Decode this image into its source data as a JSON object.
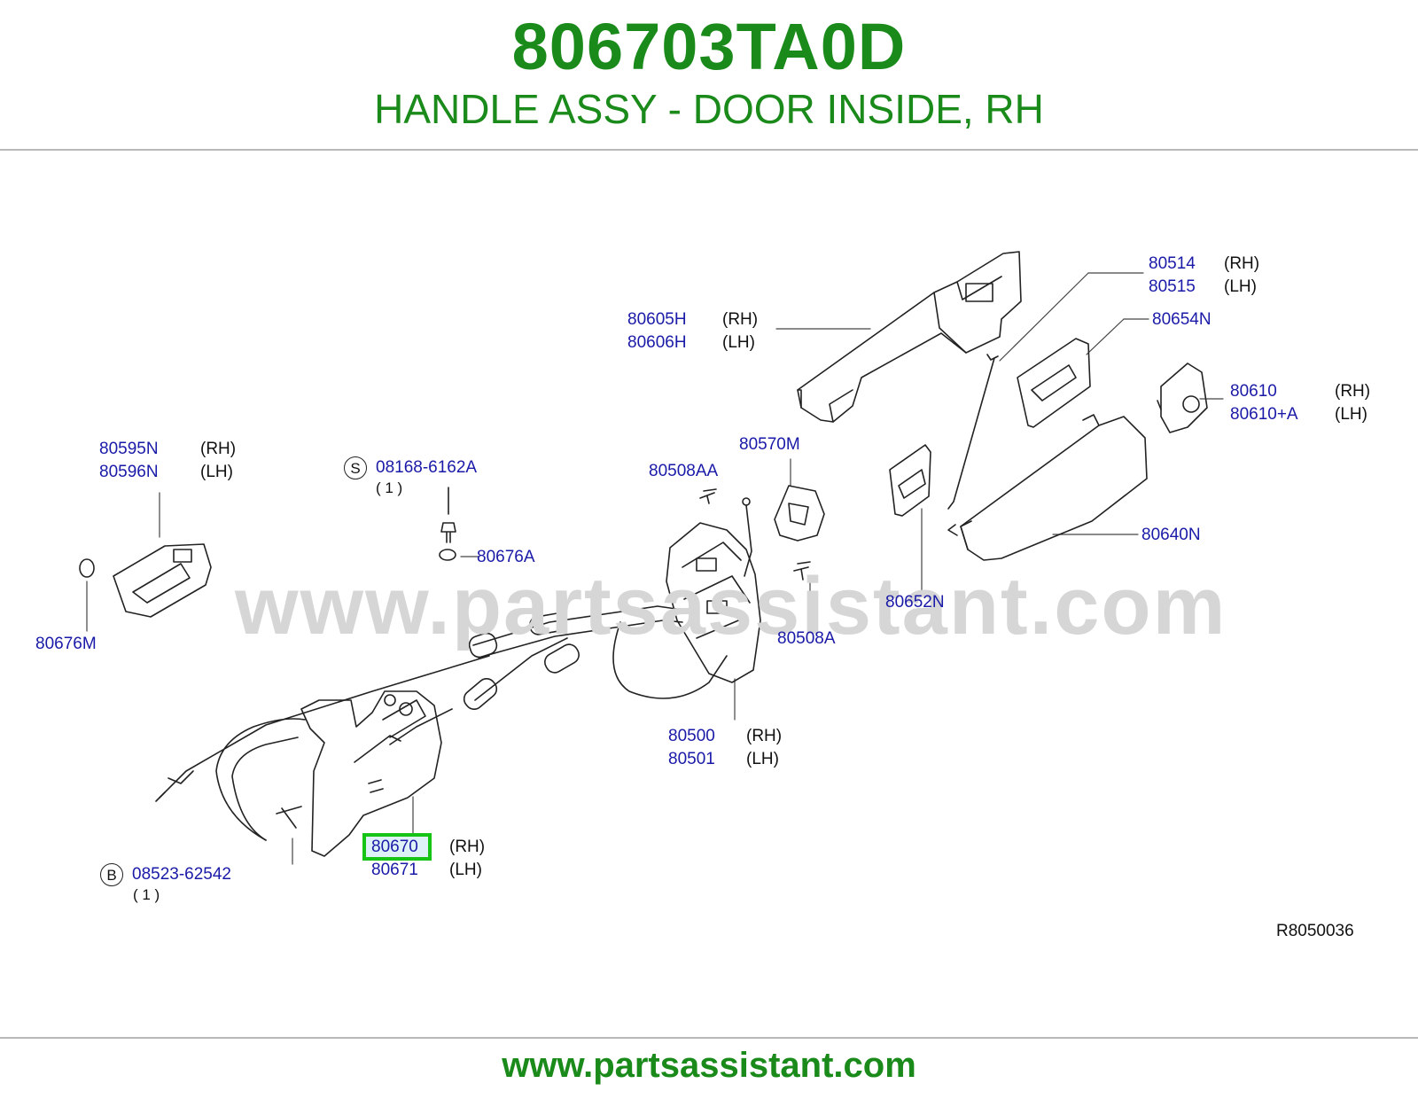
{
  "header": {
    "part_number": "806703TA0D",
    "description": "HANDLE ASSY - DOOR INSIDE, RH"
  },
  "diagram": {
    "watermark": "www.partsassistant.com",
    "reference_code": "R8050036",
    "symbols": {
      "s": "S",
      "b": "B"
    },
    "callouts": {
      "p80605H": "80605H",
      "p80606H": "80606H",
      "p80514": "80514",
      "p80515": "80515",
      "p80654N": "80654N",
      "p80610": "80610",
      "p80610A": "80610+A",
      "p80595N": "80595N",
      "p80596N": "80596N",
      "p08168": "08168-6162A",
      "p80676A": "80676A",
      "p80570M": "80570M",
      "p80508AA": "80508AA",
      "p80676M": "80676M",
      "p80508A": "80508A",
      "p80652N": "80652N",
      "p80640N": "80640N",
      "p80500": "80500",
      "p80501": "80501",
      "p80670": "80670",
      "p80671": "80671",
      "p08523": "08523-62542"
    },
    "sides": {
      "rh": "(RH)",
      "lh": "(LH)"
    },
    "qty": "( 1 )",
    "highlighted_part": "80670"
  },
  "footer": {
    "url": "www.partsassistant.com"
  }
}
